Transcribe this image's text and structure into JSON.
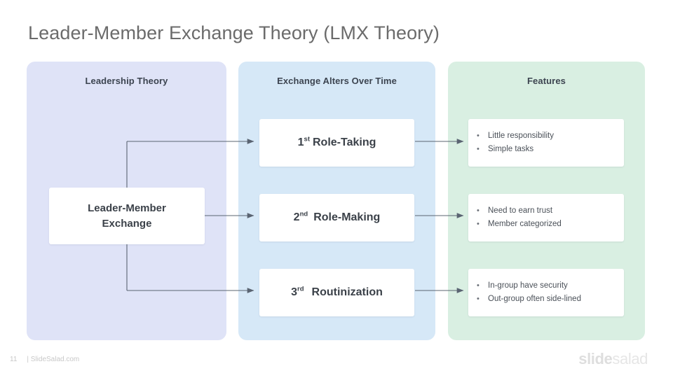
{
  "slide": {
    "title": "Leader-Member Exchange Theory (LMX Theory)"
  },
  "columns": {
    "left": {
      "header": "Leadership Theory",
      "color": "#dfe3f7"
    },
    "middle": {
      "header": "Exchange Alters Over Time",
      "color": "#d6e8f7"
    },
    "right": {
      "header": "Features",
      "color": "#d9efe2"
    }
  },
  "anchor": {
    "line1": "Leader-Member",
    "line2": "Exchange"
  },
  "stages": [
    {
      "ordinal_num": "1",
      "ordinal_suffix": "st",
      "label": "Role-Taking"
    },
    {
      "ordinal_num": "2",
      "ordinal_suffix": "nd",
      "label": "Role-Making"
    },
    {
      "ordinal_num": "3",
      "ordinal_suffix": "rd",
      "label": "Routinization"
    }
  ],
  "features": [
    {
      "bullet1": "Little responsibility",
      "bullet2": "Simple tasks"
    },
    {
      "bullet1": "Need to earn trust",
      "bullet2": "Member categorized"
    },
    {
      "bullet1": "In-group have security",
      "bullet2": "Out-group often side-lined"
    }
  ],
  "bullet_glyph": "•",
  "footer": {
    "page_number": "11",
    "source": "| SlideSalad.com",
    "brand_first": "slide",
    "brand_second": "salad"
  },
  "connector_color": "#5a6472"
}
